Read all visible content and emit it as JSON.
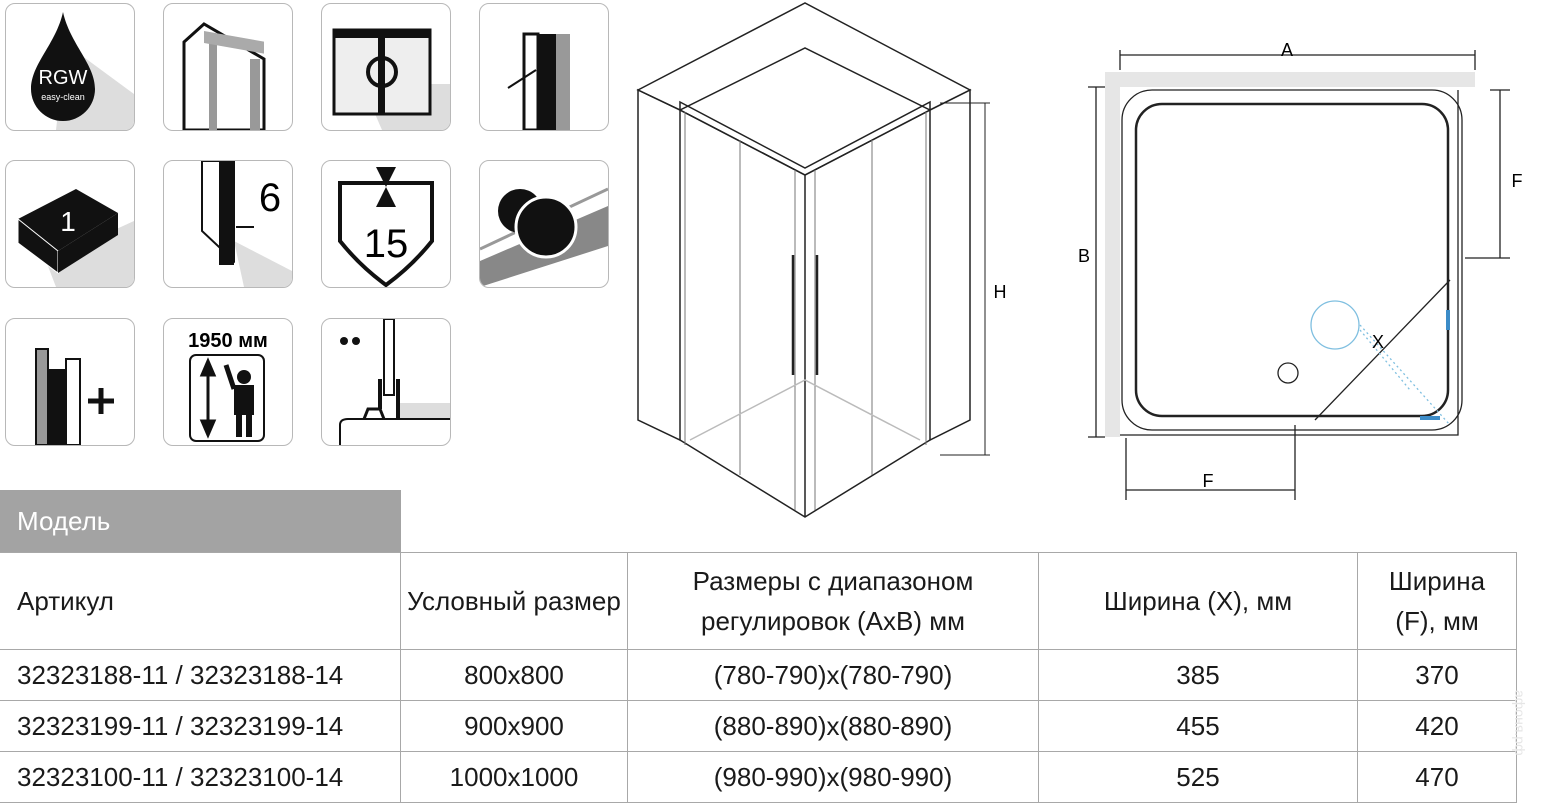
{
  "icons": [
    {
      "name": "rgw-easy-clean-icon",
      "text": "RGW",
      "sub": "easy-clean"
    },
    {
      "name": "hinged-profile-icon"
    },
    {
      "name": "rotation-mechanism-icon"
    },
    {
      "name": "adjustable-profile-icon"
    },
    {
      "name": "one-package-icon",
      "text": "1"
    },
    {
      "name": "glass-thickness-icon",
      "text": "6"
    },
    {
      "name": "warranty-icon",
      "text": "15"
    },
    {
      "name": "knob-handle-icon"
    },
    {
      "name": "extension-profile-icon"
    },
    {
      "name": "height-icon",
      "text": "1950 мм"
    },
    {
      "name": "seal-icon"
    }
  ],
  "drawing": {
    "h_label": "H",
    "a_label": "A",
    "b_label": "B",
    "f_label": "F",
    "x_label": "X"
  },
  "table": {
    "model_label": "Модель",
    "headers": [
      "Артикул",
      "Условный размер",
      "Размеры с диапазоном регулировок (AxB) мм",
      "Ширина (X), мм",
      "Ширина (F), мм"
    ],
    "rows": [
      [
        "32323188-11 / 32323188-14",
        "800x800",
        "(780-790)x(780-790)",
        "385",
        "370"
      ],
      [
        "32323199-11 / 32323199-14",
        "900x900",
        "(880-890)x(880-890)",
        "455",
        "420"
      ],
      [
        "32323100-11 / 32323100-14",
        "1000x1000",
        "(980-990)x(980-990)",
        "525",
        "470"
      ]
    ]
  },
  "watermark": "афоня.рф"
}
